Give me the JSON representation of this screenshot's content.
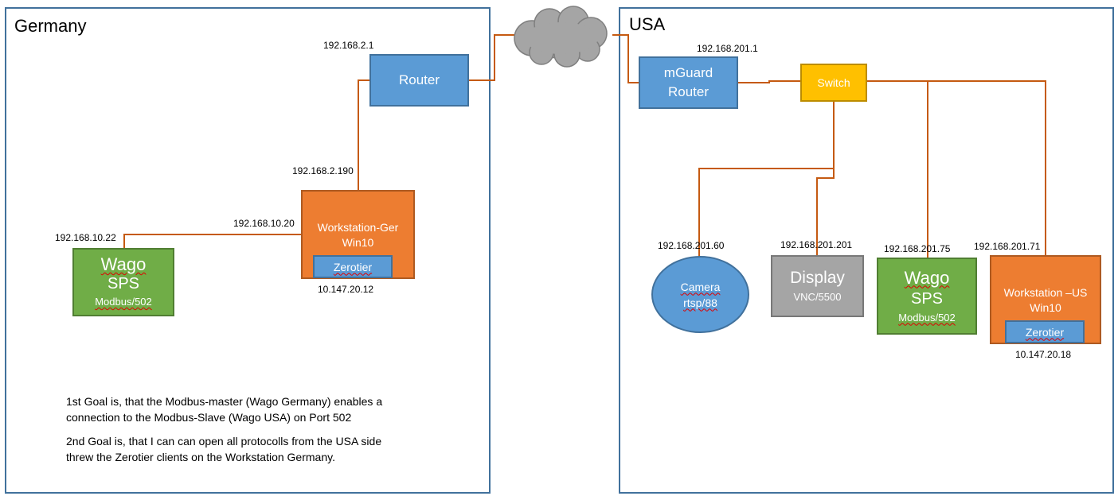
{
  "germany": {
    "title": "Germany",
    "router": {
      "label": "Router",
      "ip_top": "192.168.2.1",
      "ip_down": "192.168.2.190"
    },
    "workstation": {
      "line1": "Workstation-Ger",
      "line2": "Win10",
      "ip_in": "192.168.10.20",
      "zerotier": "Zerotier",
      "zerotier_ip": "10.147.20.12"
    },
    "wago": {
      "line1": "Wago",
      "line2": "SPS",
      "line3": "Modbus/502",
      "ip": "192.168.10.22"
    },
    "notes": {
      "goal1_a": "1st  Goal is, that  the Modbus-master (Wago Germany) enables a",
      "goal1_b": "connection to the Modbus-Slave (Wago USA) on Port 502",
      "goal2_a": "2nd Goal is, that I can can open all protocolls from the USA side",
      "goal2_b": "threw the Zerotier clients on the Workstation Germany."
    }
  },
  "usa": {
    "title": "USA",
    "router": {
      "line1": "mGuard",
      "line2": "Router",
      "ip": "192.168.201.1"
    },
    "switch": {
      "label": "Switch"
    },
    "camera": {
      "line1": "Camera",
      "line2": "rtsp/88",
      "ip": "192.168.201.60"
    },
    "display": {
      "line1": "Display",
      "line2": "VNC/5500",
      "ip": "192.168.201.201"
    },
    "wago": {
      "line1": "Wago",
      "line2": "SPS",
      "line3": "Modbus/502",
      "ip": "192.168.201.75"
    },
    "workstation": {
      "line1": "Workstation –US",
      "line2": "Win10",
      "zerotier": "Zerotier",
      "ip": "192.168.201.71",
      "zerotier_ip": "10.147.20.18"
    }
  },
  "colors": {
    "link": "#c55a11",
    "blue": "#5b9bd5",
    "green": "#70ad47",
    "orange": "#ed7d31",
    "gray": "#a5a5a5",
    "yellow": "#ffc000",
    "cloud": "#a5a5a5"
  }
}
